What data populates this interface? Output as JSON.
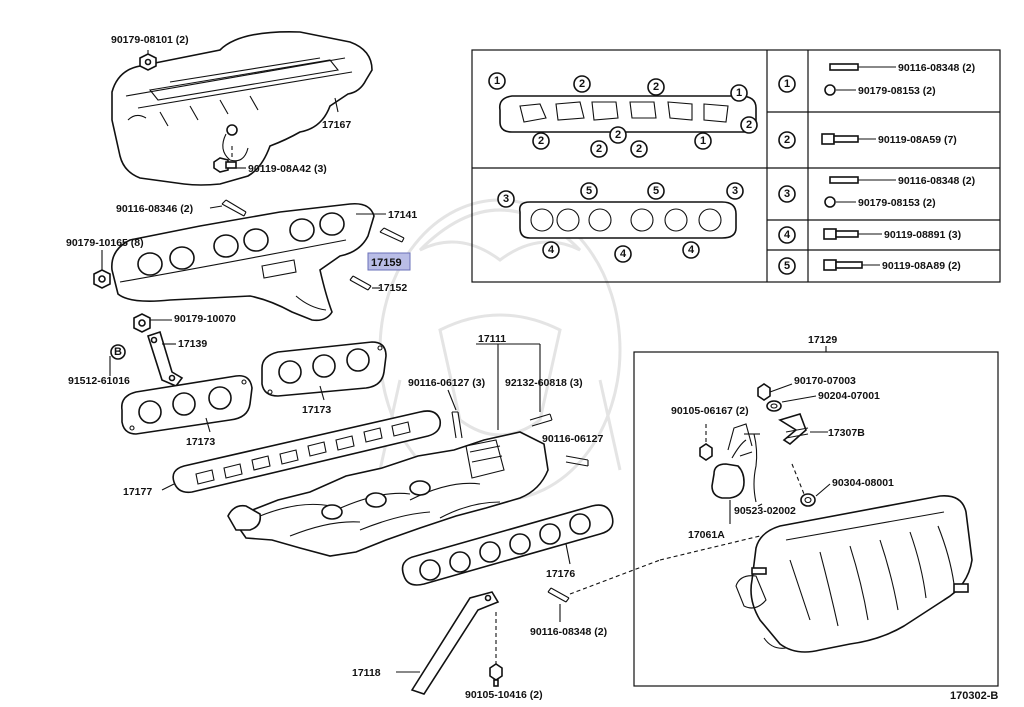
{
  "diagram_code": "170302-B",
  "highlight": {
    "label": "17159",
    "color": "#b9bde6"
  },
  "callouts": {
    "c17167": "17167",
    "c90179_08101": "90179-08101 (2)",
    "c90119_08A42": "90119-08A42 (3)",
    "c90116_08346": "90116-08346 (2)",
    "c17141": "17141",
    "c90179_10165": "90179-10165 (8)",
    "c17152": "17152",
    "c90179_10070": "90179-10070",
    "c17139": "17139",
    "c91512_61016": "91512-61016",
    "c17173a": "17173",
    "c17173b": "17173",
    "c17177": "17177",
    "c17111": "17111",
    "c90116_06127_3": "90116-06127 (3)",
    "c92132_60818": "92132-60818 (3)",
    "c90116_06127": "90116-06127",
    "c17176": "17176",
    "c90116_08348": "90116-08348 (2)",
    "c17118": "17118",
    "c90105_10416": "90105-10416 (2)",
    "c17129": "17129",
    "c90170_07003": "90170-07003",
    "c90204_07001": "90204-07001",
    "c90105_06167": "90105-06167 (2)",
    "c17307B": "17307B",
    "c90304_08001": "90304-08001",
    "c90523_02002": "90523-02002",
    "c17061A": "17061A",
    "bmark": "B"
  },
  "legend": [
    {
      "key": "1",
      "items": [
        "90116-08348 (2)",
        "90179-08153 (2)"
      ]
    },
    {
      "key": "2",
      "items": [
        "90119-08A59 (7)"
      ]
    },
    {
      "key": "3",
      "items": [
        "90116-08348 (2)",
        "90179-08153 (2)"
      ]
    },
    {
      "key": "4",
      "items": [
        "90119-08891 (3)"
      ]
    },
    {
      "key": "5",
      "items": [
        "90119-08A89 (2)"
      ]
    }
  ],
  "gasket_keys": {
    "top": [
      "1",
      "2",
      "2",
      "1",
      "2",
      "2",
      "2",
      "2",
      "1",
      "2"
    ],
    "bottom": [
      "3",
      "5",
      "5",
      "3",
      "4",
      "4",
      "4"
    ]
  }
}
